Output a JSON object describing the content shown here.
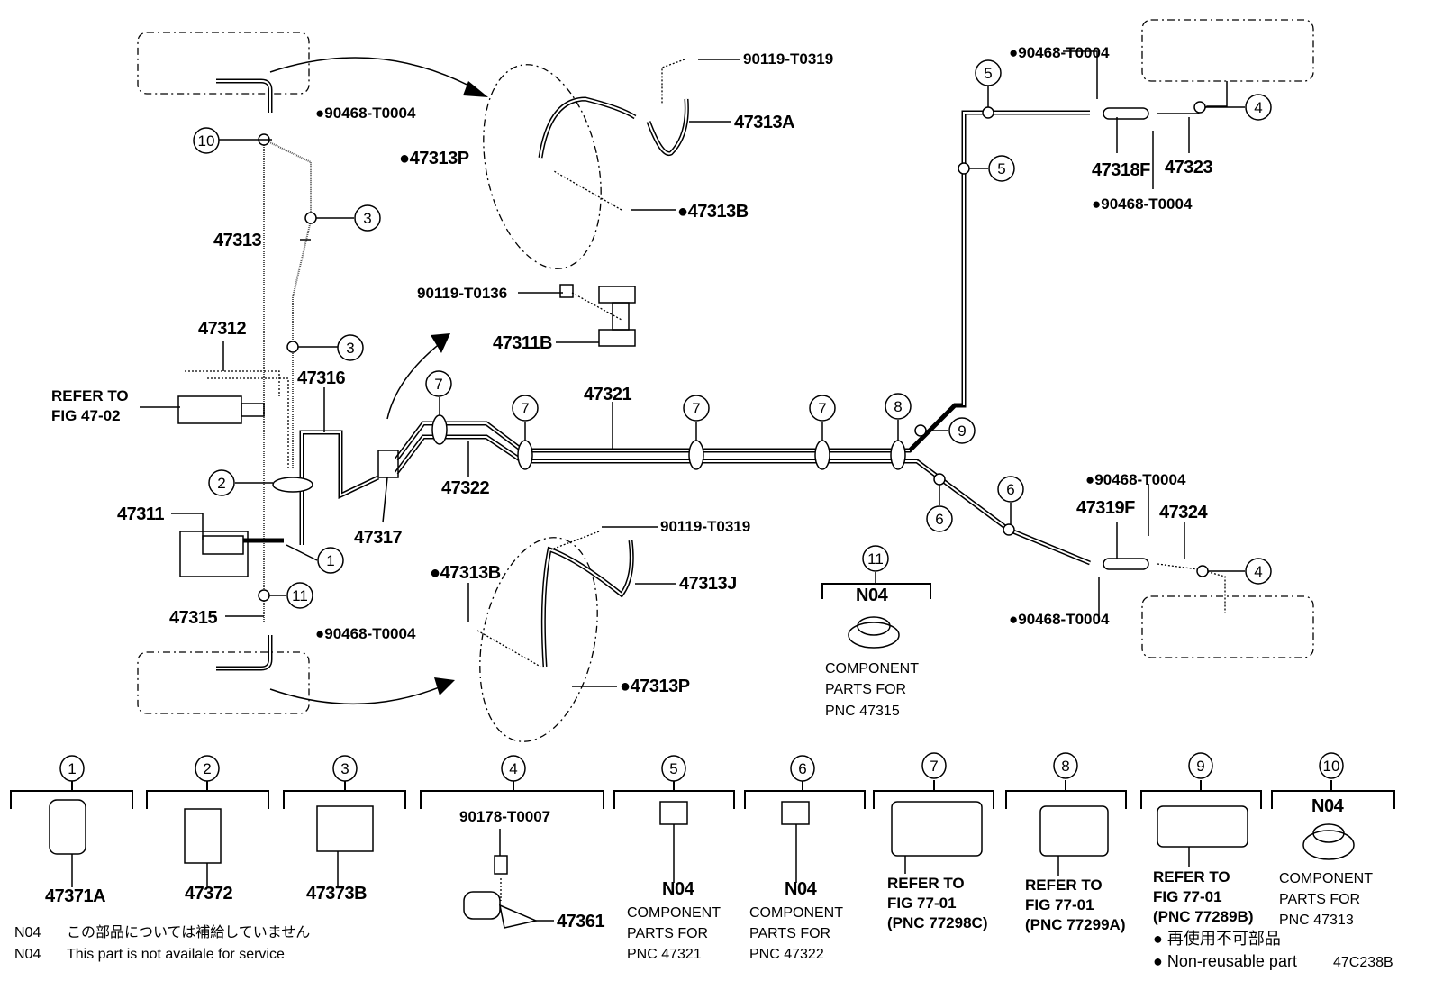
{
  "labels": {
    "p90119_T0319_top": "90119-T0319",
    "p90468_T0004_left_top": "●90468-T0004",
    "p47313A": "47313A",
    "p47313P_top": "●47313P",
    "p47313B_top": "●47313B",
    "p47313": "47313",
    "p90119_T0136": "90119-T0136",
    "p47311B": "47311B",
    "p47312": "47312",
    "refer_to": "REFER TO",
    "fig_47_02": "FIG 47-02",
    "p47316": "47316",
    "p47321": "47321",
    "p47322": "47322",
    "p47311": "47311",
    "p47317": "47317",
    "p90119_T0319_bottom": "90119-T0319",
    "p47313B_bottom": "●47313B",
    "p47313J": "47313J",
    "p47315": "47315",
    "p90468_T0004_left_bottom": "●90468-T0004",
    "p47313P_bottom": "●47313P",
    "p90468_T0004_rt1": "●90468-T0004",
    "p47318F": "47318F",
    "p47323": "47323",
    "p90468_T0004_rt2": "●90468-T0004",
    "p90468_T0004_rb1": "●90468-T0004",
    "p47319F": "47319F",
    "p47324": "47324",
    "p90468_T0004_rb2": "●90468-T0004",
    "n04_mid": "N04",
    "component_mid": [
      "COMPONENT",
      "PARTS FOR",
      "PNC 47315"
    ]
  },
  "callouts": [
    "10",
    "3",
    "3",
    "2",
    "1",
    "11",
    "7",
    "7",
    "7",
    "7",
    "8",
    "9",
    "5",
    "5",
    "4",
    "6",
    "6",
    "4",
    "11"
  ],
  "legend": [
    {
      "num": "1",
      "part": "47371A"
    },
    {
      "num": "2",
      "part": "47372"
    },
    {
      "num": "3",
      "part": "47373B"
    },
    {
      "num": "4",
      "part_top": "90178-T0007",
      "part": "47361"
    },
    {
      "num": "5",
      "part": "N04",
      "lines": [
        "COMPONENT",
        "PARTS FOR",
        "PNC 47321"
      ]
    },
    {
      "num": "6",
      "part": "N04",
      "lines": [
        "COMPONENT",
        "PARTS FOR",
        "PNC 47322"
      ]
    },
    {
      "num": "7",
      "lines": [
        "REFER TO",
        "FIG 77-01",
        "(PNC 77298C)"
      ]
    },
    {
      "num": "8",
      "lines": [
        "REFER TO",
        "FIG 77-01",
        "(PNC 77299A)"
      ]
    },
    {
      "num": "9",
      "lines": [
        "REFER TO",
        "FIG 77-01",
        "(PNC 77289B)"
      ]
    },
    {
      "num": "10",
      "part": "N04",
      "lines": [
        "COMPONENT",
        "PARTS FOR",
        "PNC 47313"
      ]
    }
  ],
  "notes": {
    "n04_code": "N04",
    "n04_jp": "この部品については補給していません",
    "n04_en": "This part is not availale for service",
    "nonreusable_jp": "● 再使用不可部品",
    "nonreusable_en": "● Non-reusable part",
    "figure_code": "47C238B"
  }
}
